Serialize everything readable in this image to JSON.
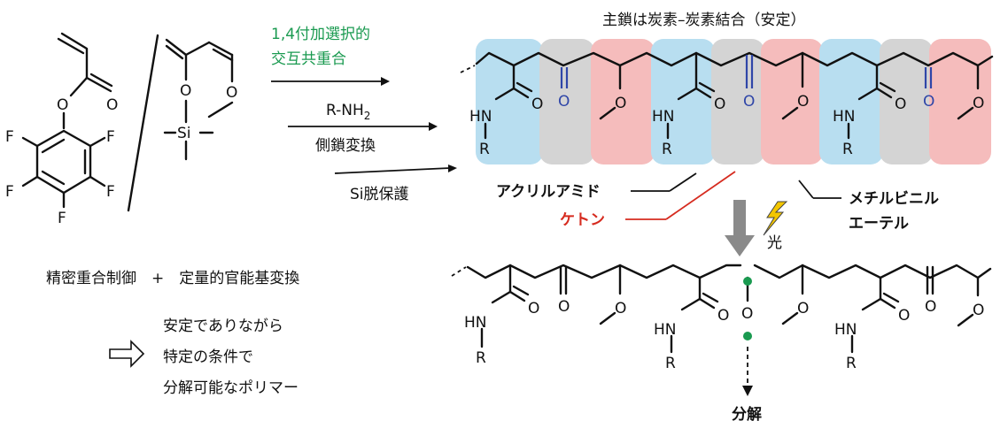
{
  "colors": {
    "acrylamide": "#b8def0",
    "ketone": "#d4d4d4",
    "vinylether": "#f5bcbc",
    "green": "#1a9a50",
    "red": "#d62b1f",
    "blue": "#2f46a8",
    "grayArrow": "#8a8a8a",
    "bolt": "#f3c600"
  },
  "atoms": {
    "O": "O",
    "F": "F",
    "Si": "Si",
    "HN": "HN",
    "R": "R"
  },
  "reaction": {
    "step1_line1": "1,4付加選択的",
    "step1_line2": "交互共重合",
    "step2_line1": "R-NH",
    "step2_sub": "2",
    "step2_line2": "側鎖変換",
    "step3": "Si脱保護"
  },
  "labels": {
    "main_chain": "主鎖は炭素–炭素結合（安定）",
    "acrylamide": "アクリルアミド",
    "ketone": "ケトン",
    "vinylether_l1": "メチルビニル",
    "vinylether_l2": "エーテル",
    "light": "光",
    "decompose": "分解",
    "control": "精密重合制御　+　定量的官能基変換",
    "result_l1": "安定でありながら",
    "result_l2": "特定の条件で",
    "result_l3": "分解可能なポリマー"
  }
}
